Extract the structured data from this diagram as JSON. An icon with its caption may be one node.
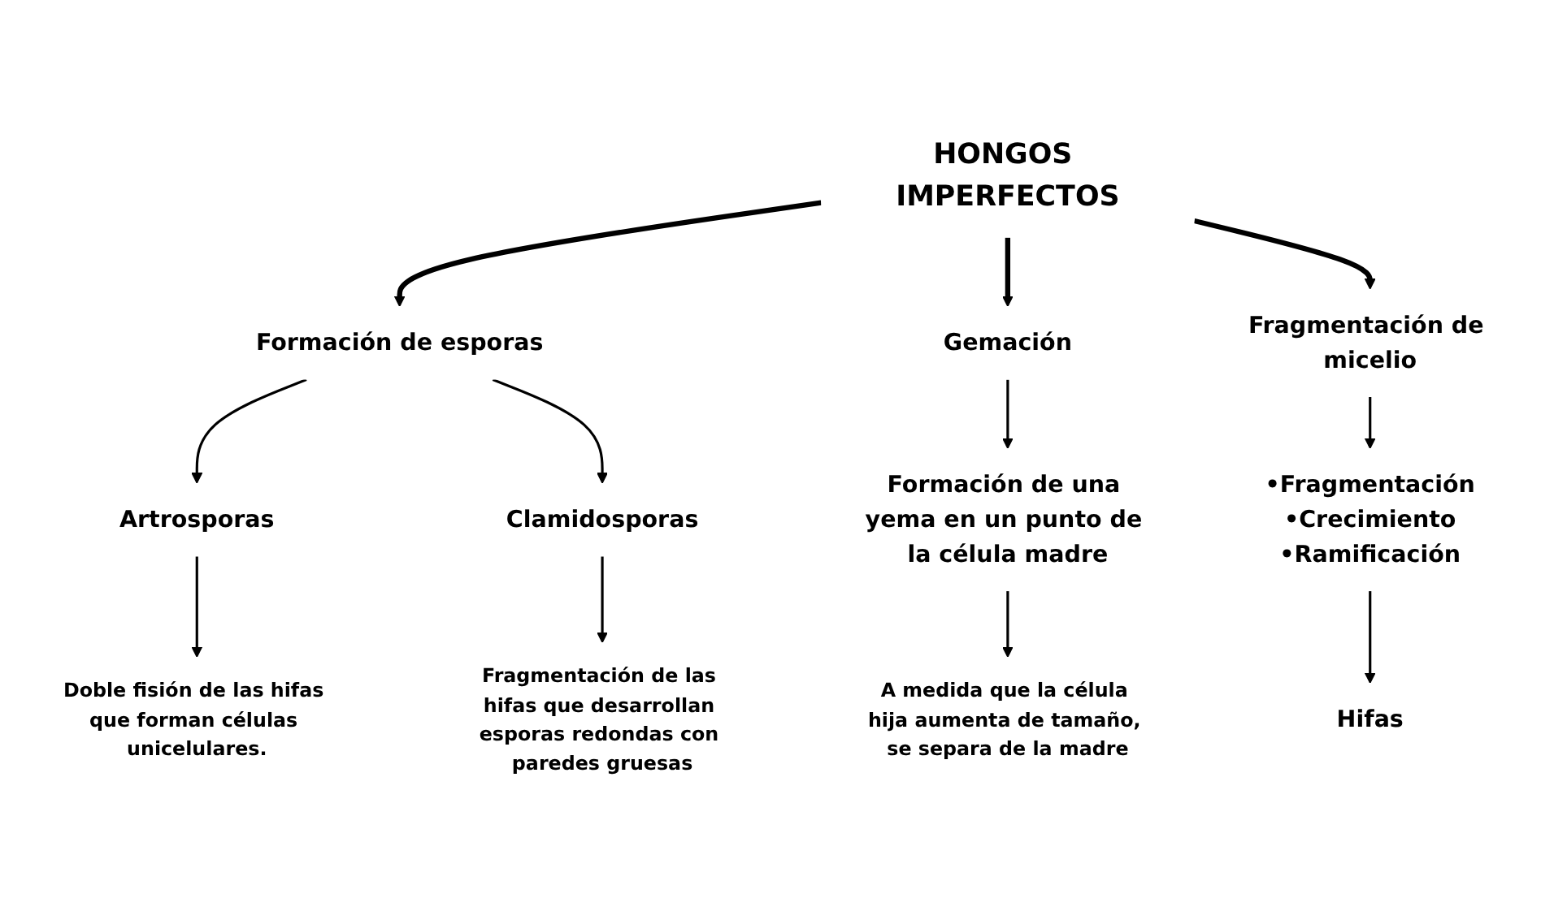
{
  "diagram": {
    "nodes": [
      {
        "text": [
          "HONGOS IMPERFECTOS"
        ]
      },
      {
        "text": [
          "Formación de esporas"
        ]
      },
      {
        "text": [
          "Gemación"
        ]
      },
      {
        "text": [
          "Fragmentación de micelio"
        ]
      },
      {
        "text": [
          "Artrosporas"
        ]
      },
      {
        "text": [
          "Clamidosporas"
        ]
      },
      {
        "text": [
          "Formación de una yema en un punto de la célula madre"
        ]
      },
      {
        "text": [
          "•Fragmentación",
          "•Crecimiento",
          "•Ramificación"
        ]
      },
      {
        "text": [
          "Hifas"
        ]
      },
      {
        "text": [
          "Doble fisión de las hifas que forman células unicelulares."
        ]
      },
      {
        "text": [
          "Fragmentación de las hifas que desarrollan esporas redondas con paredes gruesas"
        ]
      },
      {
        "text": [
          "A medida que la célula hija aumenta de tamaño, se separa de la madre"
        ]
      }
    ],
    "edges": [
      {
        "from": 0,
        "to": 1,
        "arrow": "to",
        "style": "thick"
      },
      {
        "from": 0,
        "to": 2,
        "arrow": "to",
        "style": "thick"
      },
      {
        "from": 0,
        "to": 3,
        "arrow": "to",
        "style": "thick"
      },
      {
        "from": 1,
        "to": 4,
        "arrow": "to"
      },
      {
        "from": 1,
        "to": 5,
        "arrow": "to"
      },
      {
        "from": 2,
        "to": 6,
        "arrow": "to"
      },
      {
        "from": 3,
        "to": 7,
        "arrow": "to"
      },
      {
        "from": 7,
        "to": 8,
        "arrow": "to"
      },
      {
        "from": 4,
        "to": 9,
        "arrow": "to"
      },
      {
        "from": 5,
        "to": 10,
        "arrow": "to"
      },
      {
        "from": 6,
        "to": 11,
        "arrow": "to"
      }
    ]
  }
}
